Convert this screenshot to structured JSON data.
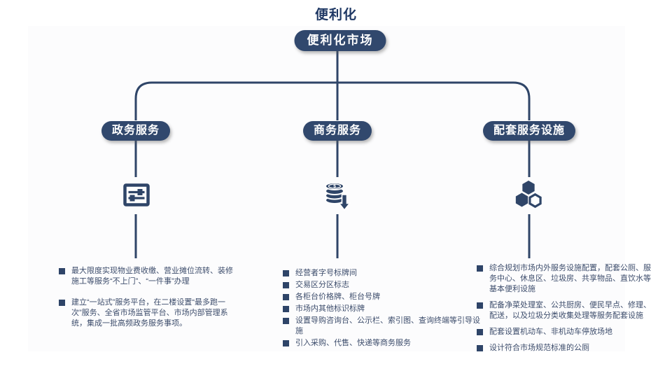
{
  "title": "便利化",
  "root_label": "便利化市场",
  "colors": {
    "navy": "#2F4568",
    "node_fill": "#31486D",
    "title_text": "#1F3864",
    "list_text": "#3D4D6C",
    "background": "#ffffff"
  },
  "branches": [
    {
      "label": "政务服务",
      "icon": "sliders-panel-icon",
      "items": [
        "最大限度实现物业费收缴、营业摊位流转、装修施工等服务“不上门”、“一件事”办理",
        "建立“一站式”服务平台，在二楼设置“最多跑一次”服务、全省市场监管平台、市场内部管理系统，集成一批高频政务服务事项。"
      ]
    },
    {
      "label": "商务服务",
      "icon": "coin-stack-download-icon",
      "items": [
        "经营者字号标牌间",
        "交易区分区标志",
        "各柜台价格牌、柜台号牌",
        "市场内其他标识标牌",
        "设置导购咨询台、公示栏、索引图、查询终端等引导设施",
        "引入采购、代售、快递等商务服务"
      ]
    },
    {
      "label": "配套服务设施",
      "icon": "hexagon-cluster-icon",
      "items": [
        "综合规划市场内外服务设施配置，配套公厕、服务中心、休息区、垃圾房、共享物品、直饮水等基本便利设施",
        "配备净菜处理室、公共厨房、便民早点、修理、配送，以及垃圾分类收集处理等服务配套设施",
        "配套设置机动车、非机动车停放场地",
        "设计符合市场规范标准的公厕"
      ]
    }
  ]
}
